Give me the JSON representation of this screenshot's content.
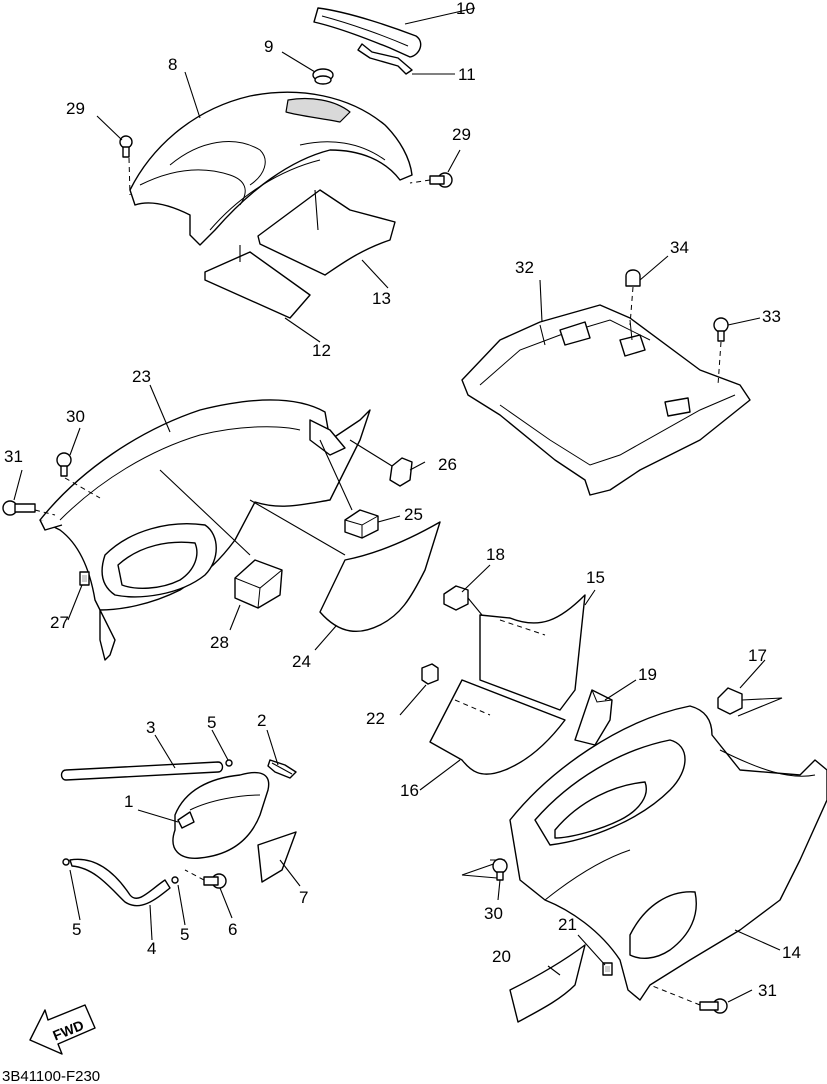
{
  "diagram": {
    "drawing_code": "3B41100-F230",
    "direction_label": "FWD",
    "callouts": {
      "c1": "1",
      "c2": "2",
      "c3": "3",
      "c4": "4",
      "c5a": "5",
      "c5b": "5",
      "c5c": "5",
      "c6": "6",
      "c7": "7",
      "c8": "8",
      "c9": "9",
      "c10": "10",
      "c11": "11",
      "c12": "12",
      "c13": "13",
      "c14": "14",
      "c15": "15",
      "c16": "16",
      "c17": "17",
      "c18": "18",
      "c19": "19",
      "c20": "20",
      "c21": "21",
      "c22": "22",
      "c23": "23",
      "c24": "24",
      "c25": "25",
      "c26": "26",
      "c27": "27",
      "c28": "28",
      "c29a": "29",
      "c29b": "29",
      "c30a": "30",
      "c30b": "30",
      "c31a": "31",
      "c31b": "31",
      "c32": "32",
      "c33": "33",
      "c34": "34"
    }
  }
}
